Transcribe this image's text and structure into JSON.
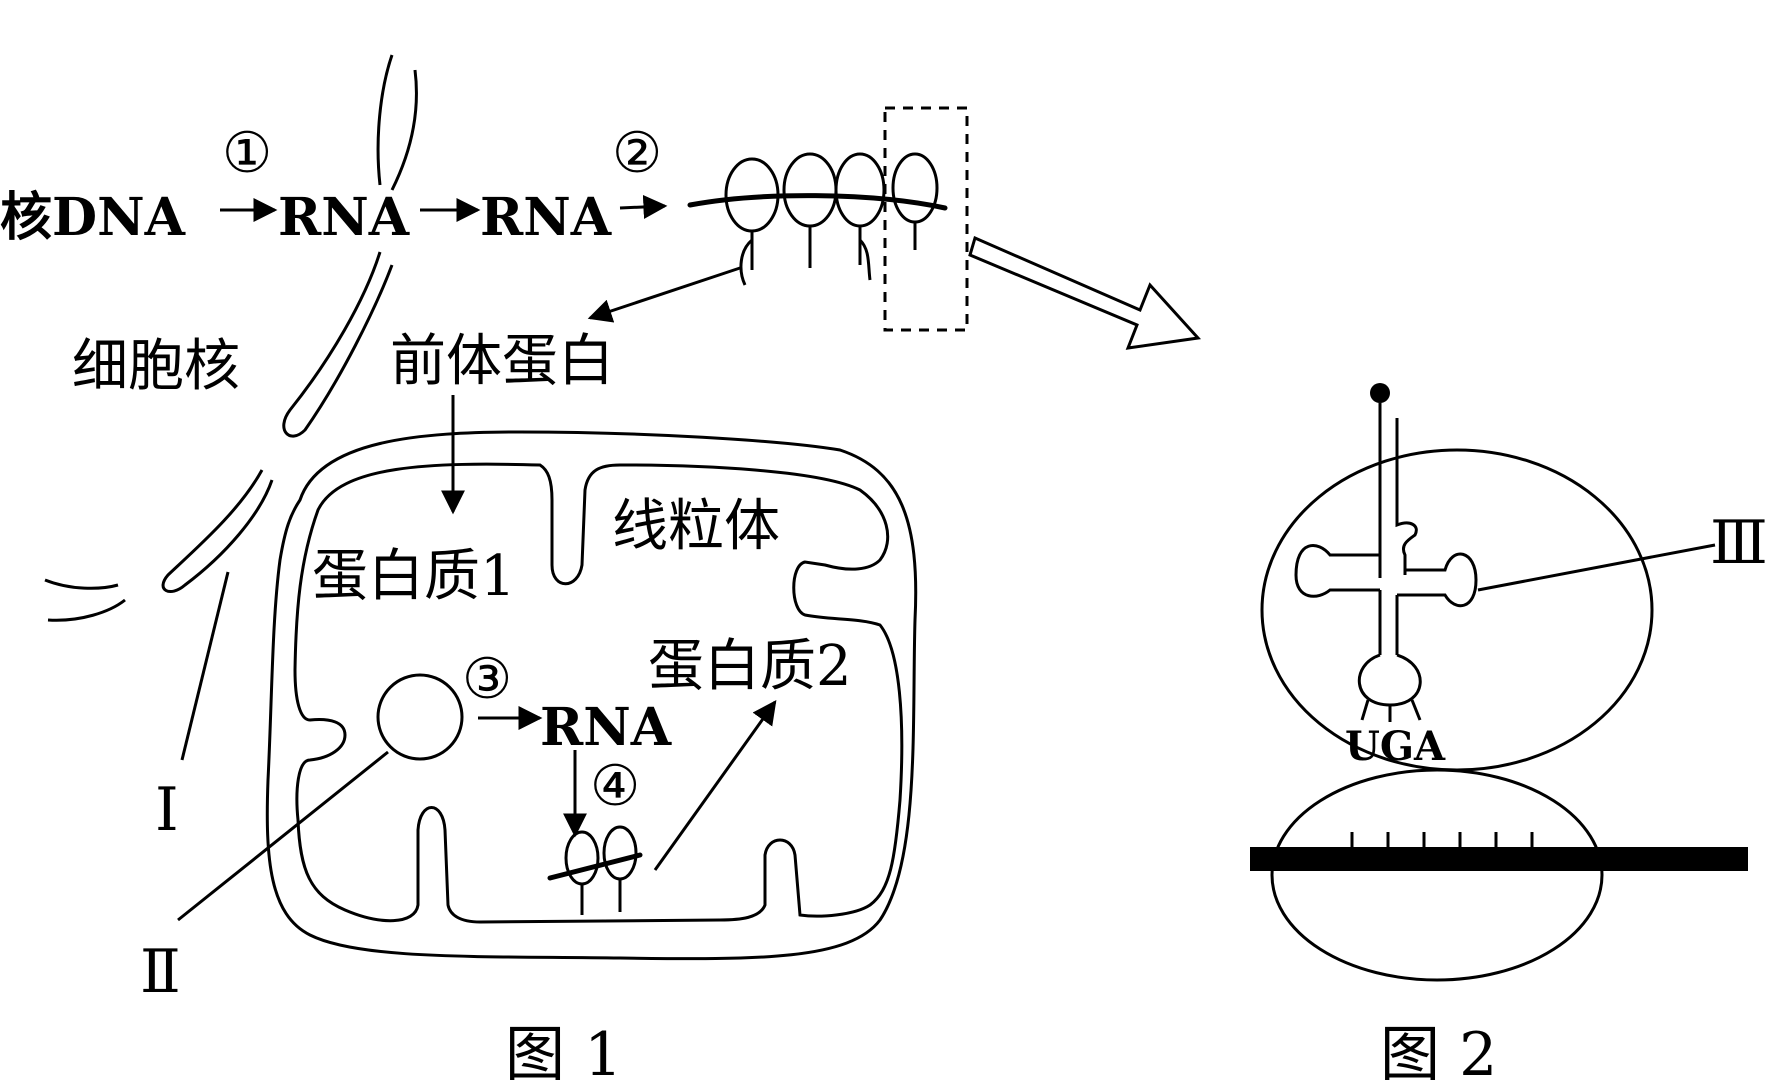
{
  "figure1": {
    "process_nuclear_dna": "核DNA",
    "rna_first": "RNA",
    "rna_second": "RNA",
    "step1": "①",
    "step2": "②",
    "step3": "③",
    "step4": "④",
    "nucleus_label": "细胞核",
    "precursor_protein": "前体蛋白",
    "mitochondrion_label": "线粒体",
    "protein1": "蛋白质1",
    "protein2": "蛋白质2",
    "mito_rna": "RNA",
    "marker_I": "Ⅰ",
    "marker_II": "Ⅱ",
    "caption": "图 1"
  },
  "figure2": {
    "anticodon": "UGA",
    "marker_III": "Ⅲ",
    "caption": "图 2"
  }
}
